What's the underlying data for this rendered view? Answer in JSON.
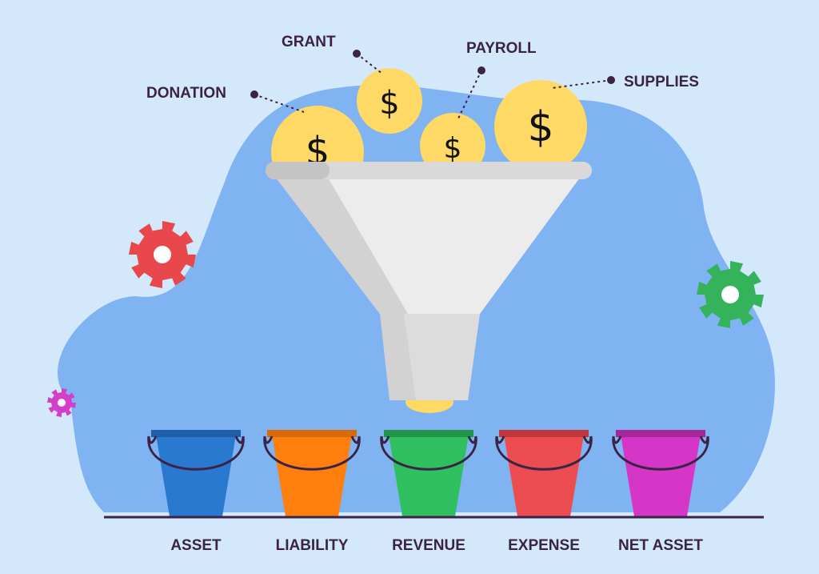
{
  "colors": {
    "background": "#d4e8fb",
    "blob": "#7fb3f2",
    "coin": "#ffd966",
    "funnel_light": "#ececec",
    "funnel_shade": "#d2d2d2",
    "funnel_rim": "#c9c9c9",
    "label_text": "#3a2346",
    "leader": "#3a2346",
    "ground": "#3a2346"
  },
  "sources": [
    {
      "label": "DONATION",
      "coin_symbol": "$"
    },
    {
      "label": "GRANT",
      "coin_symbol": "$"
    },
    {
      "label": "PAYROLL",
      "coin_symbol": "$"
    },
    {
      "label": "SUPPLIES",
      "coin_symbol": "$"
    }
  ],
  "buckets": [
    {
      "label": "ASSET",
      "color": "#2979d0",
      "rim": "#1f5fa8"
    },
    {
      "label": "LIABILITY",
      "color": "#ff7f0e",
      "rim": "#d96a07"
    },
    {
      "label": "REVENUE",
      "color": "#2fbf5f",
      "rim": "#209547"
    },
    {
      "label": "EXPENSE",
      "color": "#ea4c4f",
      "rim": "#c23639"
    },
    {
      "label": "NET ASSET",
      "color": "#d536c8",
      "rim": "#a4289a"
    }
  ],
  "gears": [
    {
      "name": "red",
      "color": "#e8484c"
    },
    {
      "name": "green",
      "color": "#35b35a"
    },
    {
      "name": "magenta",
      "color": "#d53ec8"
    }
  ]
}
